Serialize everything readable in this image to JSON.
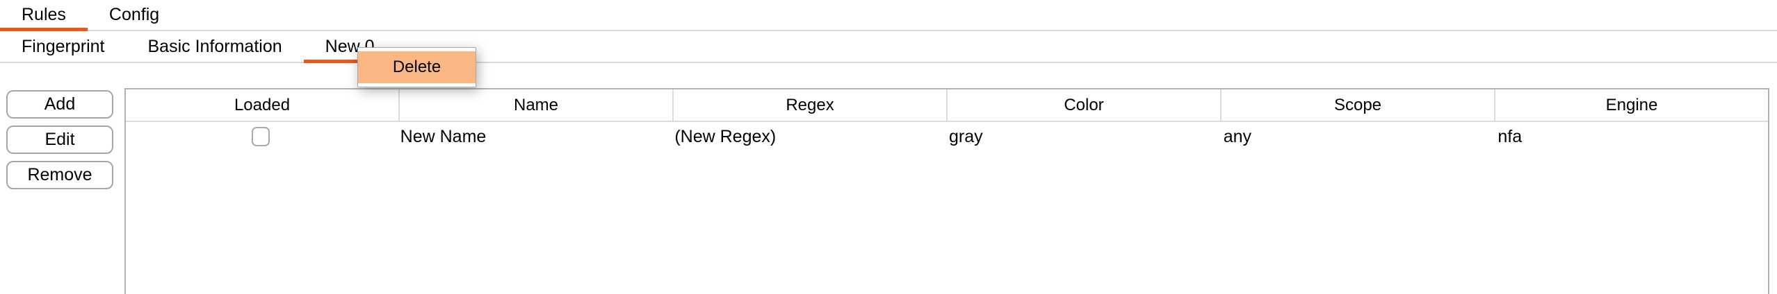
{
  "primary_tabs": {
    "items": [
      {
        "label": "Rules",
        "active": true
      },
      {
        "label": "Config",
        "active": false
      }
    ]
  },
  "secondary_tabs": {
    "items": [
      {
        "label": "Fingerprint",
        "active": false
      },
      {
        "label": "Basic Information",
        "active": false
      },
      {
        "label": "New 0",
        "active": true
      }
    ]
  },
  "context_menu": {
    "items": [
      {
        "label": "Delete",
        "highlighted": true
      }
    ]
  },
  "action_buttons": {
    "add_label": "Add",
    "edit_label": "Edit",
    "remove_label": "Remove"
  },
  "rules_table": {
    "columns": [
      {
        "label": "Loaded"
      },
      {
        "label": "Name"
      },
      {
        "label": "Regex"
      },
      {
        "label": "Color"
      },
      {
        "label": "Scope"
      },
      {
        "label": "Engine"
      }
    ],
    "rows": [
      {
        "loaded": false,
        "name": "New Name",
        "regex": "(New Regex)",
        "color": "gray",
        "scope": "any",
        "engine": "nfa"
      }
    ]
  },
  "colors": {
    "accent": "#e8581c",
    "menu_highlight": "#fab784",
    "tab_line": "#d9d9d9",
    "table_border": "#b2b2b2",
    "header_divider": "#dcdcdc"
  }
}
